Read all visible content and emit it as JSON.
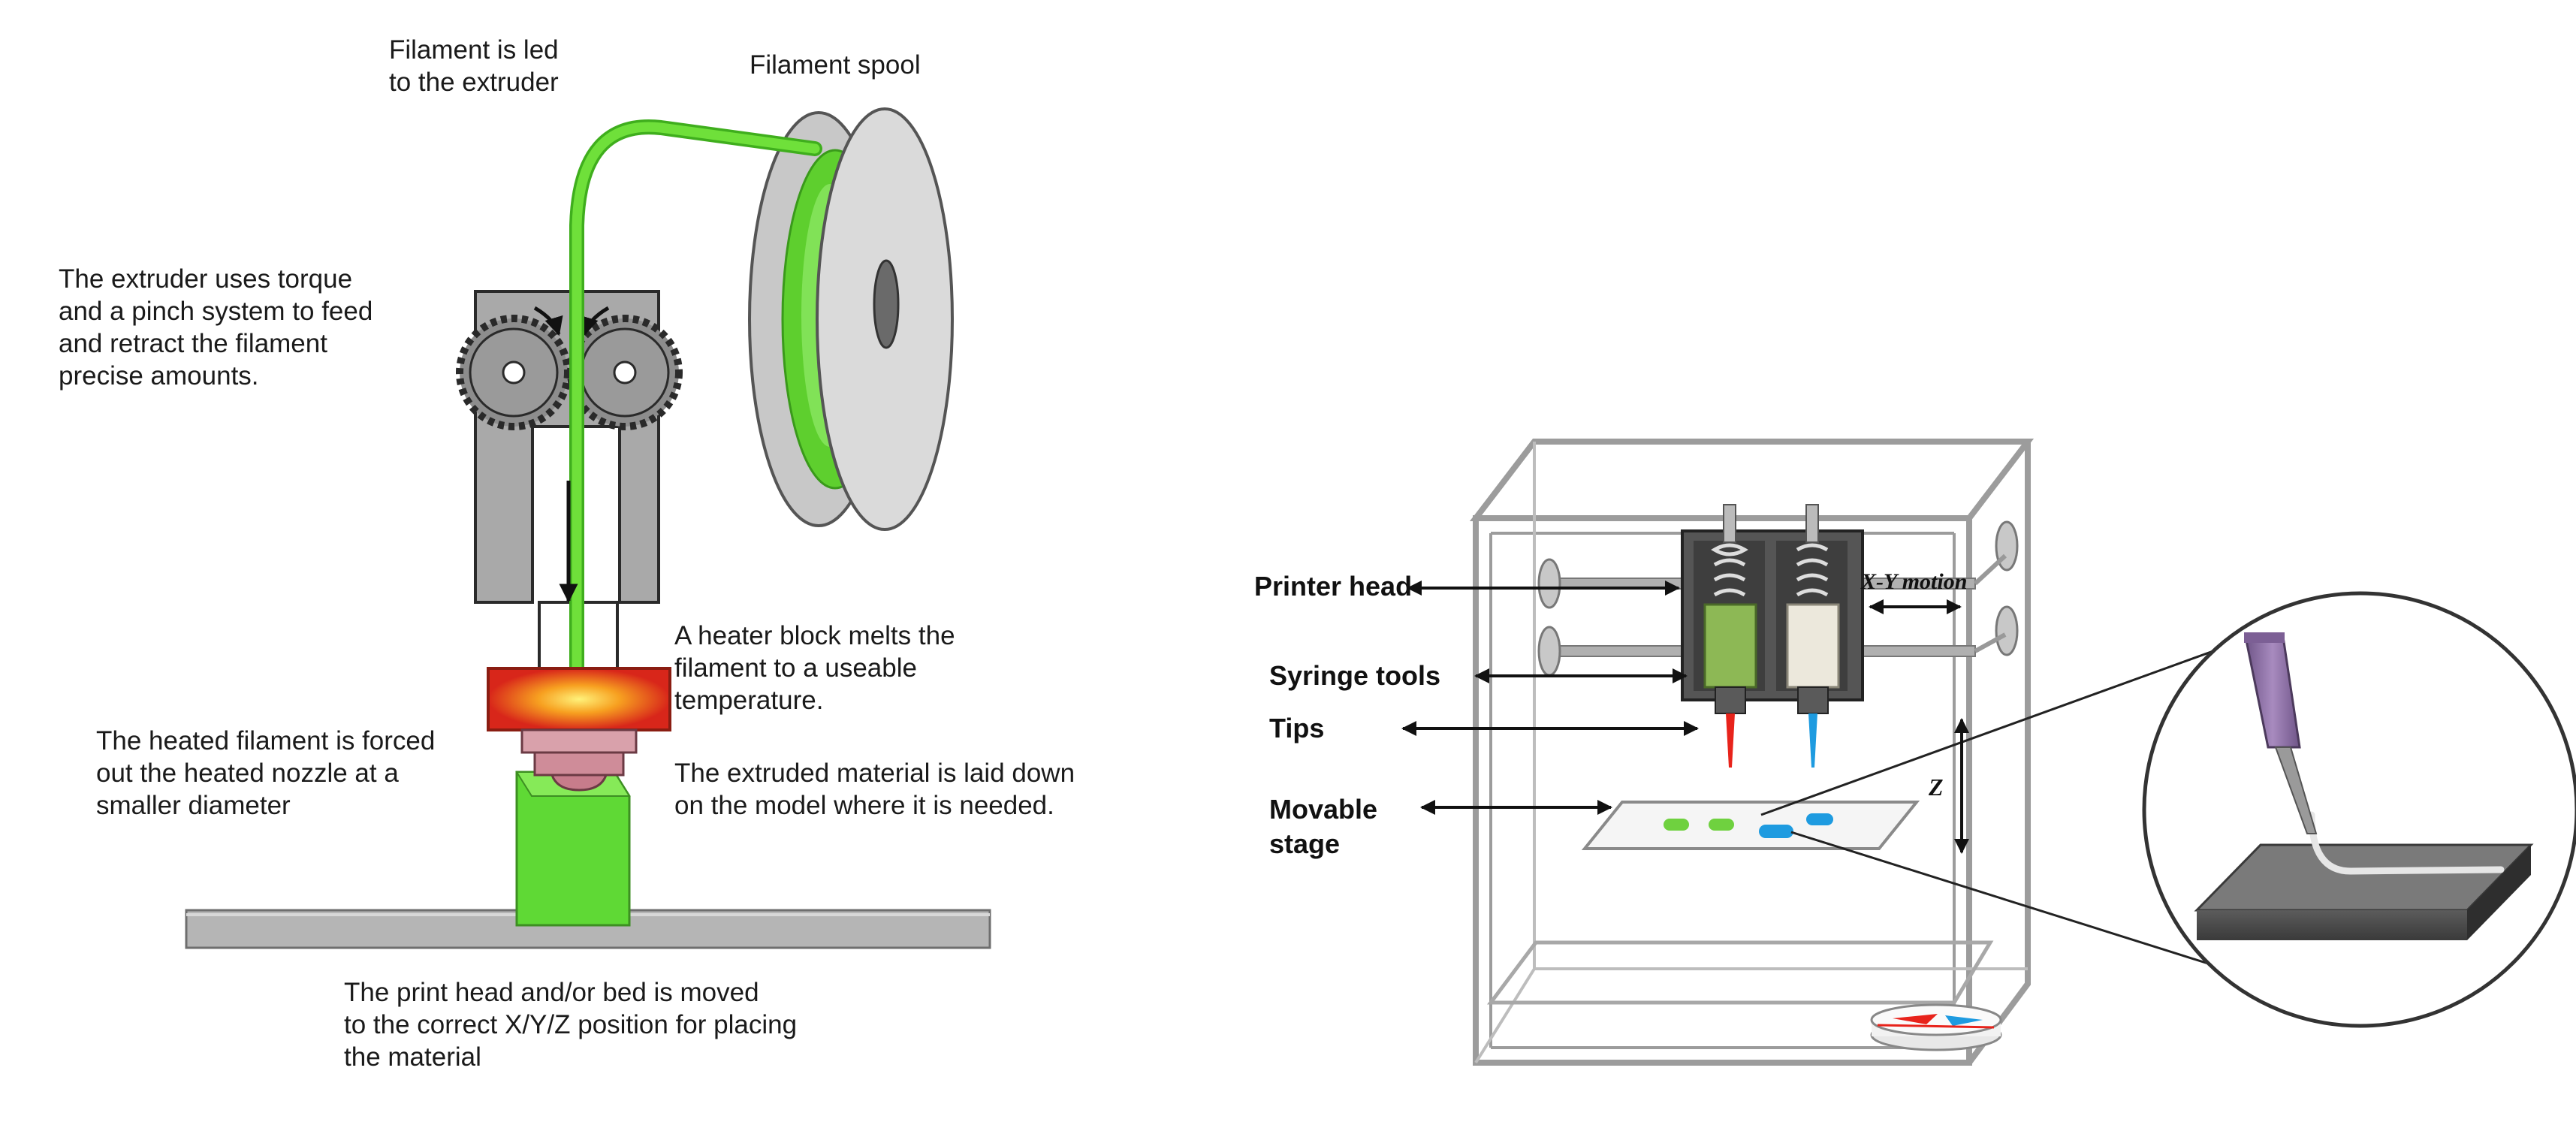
{
  "fdm": {
    "filament_led_lines": [
      "Filament is led",
      "to the extruder"
    ],
    "filament_spool": "Filament spool",
    "extruder_lines": [
      "The extruder uses torque",
      "and a pinch system to feed",
      "and retract the filament",
      "precise amounts."
    ],
    "heater_lines": [
      "A heater block melts the",
      "filament to a useable",
      "temperature."
    ],
    "nozzle_lines": [
      "The heated filament is forced",
      "out the heated nozzle at a",
      "smaller diameter"
    ],
    "extruded_lines": [
      "The extruded material is laid down",
      "on the model where it is needed."
    ],
    "bed_lines": [
      "The print head and/or bed is moved",
      "to the correct X/Y/Z position for placing",
      "the material"
    ]
  },
  "bioprinter": {
    "printer_head": "Printer head",
    "xy_motion": "X-Y motion",
    "syringe_tools": "Syringe tools",
    "tips": "Tips",
    "movable_stage_lines": [
      "Movable",
      "stage"
    ],
    "z_axis": "Z"
  },
  "colors": {
    "filament": "#6fe03a",
    "filament_dark": "#3fae1d",
    "extruder_gray": "#a9a9a9",
    "heater_red": "#e02818",
    "heater_yellow": "#ffe640",
    "nozzle_pink": "#d9a1ab",
    "model_green": "#5fd935",
    "bed_gray": "#b5b5b5",
    "syringe_green": "#8db855",
    "syringe_cream": "#ece8dc",
    "tip_red": "#e8231b",
    "tip_blue": "#1e9be0",
    "needle_purple": "#8a6ca0",
    "substrate_dark": "#555555"
  },
  "icons": [
    "extruder-pinch-wheel-icon",
    "filament-spool-icon",
    "syringe-icon",
    "petri-dish-icon"
  ]
}
